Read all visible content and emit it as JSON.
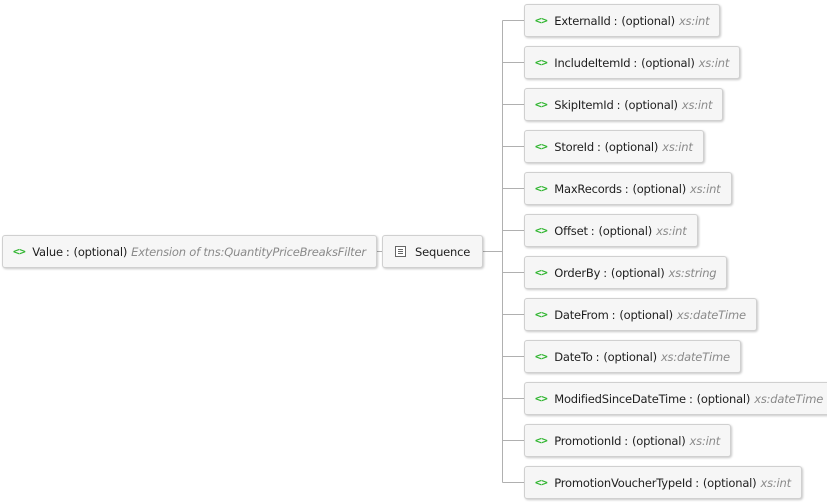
{
  "root": {
    "icon": "element-icon",
    "icon_glyph": "<>",
    "name": "Value",
    "separator": ":",
    "optional": "(optional)",
    "type": "Extension of tns:QuantityPriceBreaksFilter"
  },
  "sequence": {
    "icon": "sequence-icon",
    "label": "Sequence"
  },
  "children": [
    {
      "icon_glyph": "<>",
      "name": "ExternalId",
      "separator": ":",
      "optional": "(optional)",
      "type": "xs:int"
    },
    {
      "icon_glyph": "<>",
      "name": "IncludeItemId",
      "separator": ":",
      "optional": "(optional)",
      "type": "xs:int"
    },
    {
      "icon_glyph": "<>",
      "name": "SkipItemId",
      "separator": ":",
      "optional": "(optional)",
      "type": "xs:int"
    },
    {
      "icon_glyph": "<>",
      "name": "StoreId",
      "separator": ":",
      "optional": "(optional)",
      "type": "xs:int"
    },
    {
      "icon_glyph": "<>",
      "name": "MaxRecords",
      "separator": ":",
      "optional": "(optional)",
      "type": "xs:int"
    },
    {
      "icon_glyph": "<>",
      "name": "Offset",
      "separator": ":",
      "optional": "(optional)",
      "type": "xs:int"
    },
    {
      "icon_glyph": "<>",
      "name": "OrderBy",
      "separator": ":",
      "optional": "(optional)",
      "type": "xs:string"
    },
    {
      "icon_glyph": "<>",
      "name": "DateFrom",
      "separator": ":",
      "optional": "(optional)",
      "type": "xs:dateTime"
    },
    {
      "icon_glyph": "<>",
      "name": "DateTo",
      "separator": ":",
      "optional": "(optional)",
      "type": "xs:dateTime"
    },
    {
      "icon_glyph": "<>",
      "name": "ModifiedSinceDateTime",
      "separator": ":",
      "optional": "(optional)",
      "type": "xs:dateTime"
    },
    {
      "icon_glyph": "<>",
      "name": "PromotionId",
      "separator": ":",
      "optional": "(optional)",
      "type": "xs:int"
    },
    {
      "icon_glyph": "<>",
      "name": "PromotionVoucherTypeId",
      "separator": ":",
      "optional": "(optional)",
      "type": "xs:int"
    }
  ],
  "colors": {
    "element_icon": "#2fb52f",
    "type_text": "#8a8a8a",
    "node_background": "#f6f6f6",
    "node_border": "#d0d0d0",
    "connector": "#b0b0b0"
  }
}
